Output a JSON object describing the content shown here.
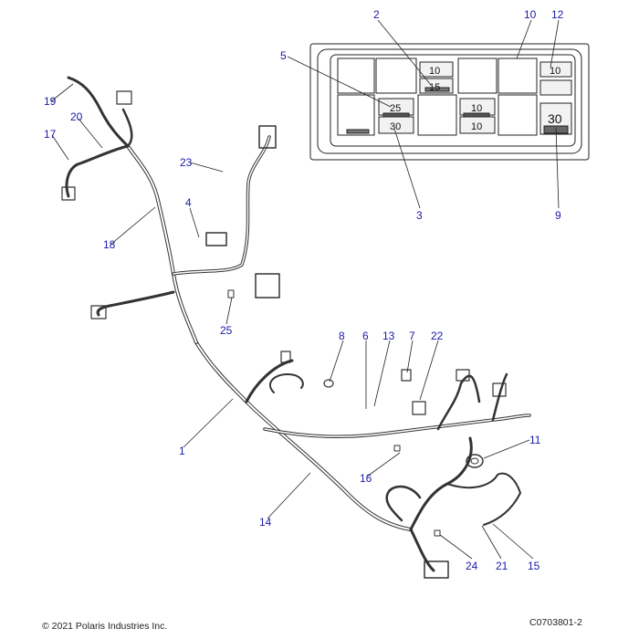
{
  "callouts": [
    {
      "id": "c1",
      "label": "1"
    },
    {
      "id": "c2",
      "label": "2"
    },
    {
      "id": "c3",
      "label": "3"
    },
    {
      "id": "c4",
      "label": "4"
    },
    {
      "id": "c5",
      "label": "5"
    },
    {
      "id": "c6",
      "label": "6"
    },
    {
      "id": "c7",
      "label": "7"
    },
    {
      "id": "c8",
      "label": "8"
    },
    {
      "id": "c9",
      "label": "9"
    },
    {
      "id": "c10",
      "label": "10"
    },
    {
      "id": "c11",
      "label": "11"
    },
    {
      "id": "c12",
      "label": "12"
    },
    {
      "id": "c13",
      "label": "13"
    },
    {
      "id": "c14",
      "label": "14"
    },
    {
      "id": "c15",
      "label": "15"
    },
    {
      "id": "c16",
      "label": "16"
    },
    {
      "id": "c17",
      "label": "17"
    },
    {
      "id": "c18",
      "label": "18"
    },
    {
      "id": "c19",
      "label": "19"
    },
    {
      "id": "c20",
      "label": "20"
    },
    {
      "id": "c21",
      "label": "21"
    },
    {
      "id": "c22",
      "label": "22"
    },
    {
      "id": "c23",
      "label": "23"
    },
    {
      "id": "c24",
      "label": "24"
    },
    {
      "id": "c25",
      "label": "25"
    }
  ],
  "fuse_labels": [
    "10",
    "15",
    "25",
    "30",
    "10",
    "10",
    "10",
    "30"
  ],
  "colors": {
    "callout": "#1a1aa6",
    "line": "#222222",
    "wire": "#333333"
  },
  "footer": {
    "copyright": "© 2021 Polaris Industries Inc.",
    "code": "C0703801-2"
  }
}
